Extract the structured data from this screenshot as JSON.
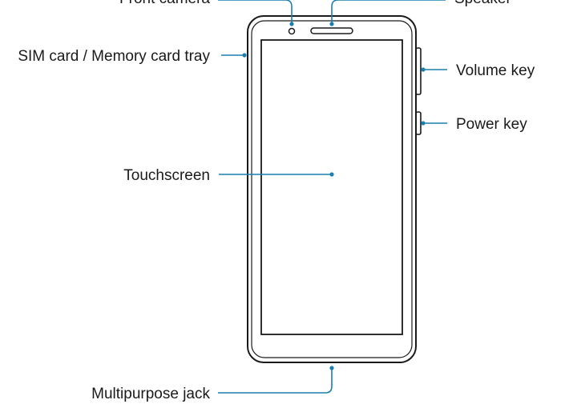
{
  "colors": {
    "leader_line": "#1a7fb0",
    "outline": "#1a1a1a",
    "background": "#ffffff"
  },
  "callouts": [
    {
      "id": "front-camera",
      "label": "Front camera"
    },
    {
      "id": "speaker",
      "label": "Speaker"
    },
    {
      "id": "sim-tray",
      "label": "SIM card / Memory card tray"
    },
    {
      "id": "volume-key",
      "label": "Volume key"
    },
    {
      "id": "power-key",
      "label": "Power key"
    },
    {
      "id": "touchscreen",
      "label": "Touchscreen"
    },
    {
      "id": "multipurpose-jack",
      "label": "Multipurpose jack"
    }
  ]
}
